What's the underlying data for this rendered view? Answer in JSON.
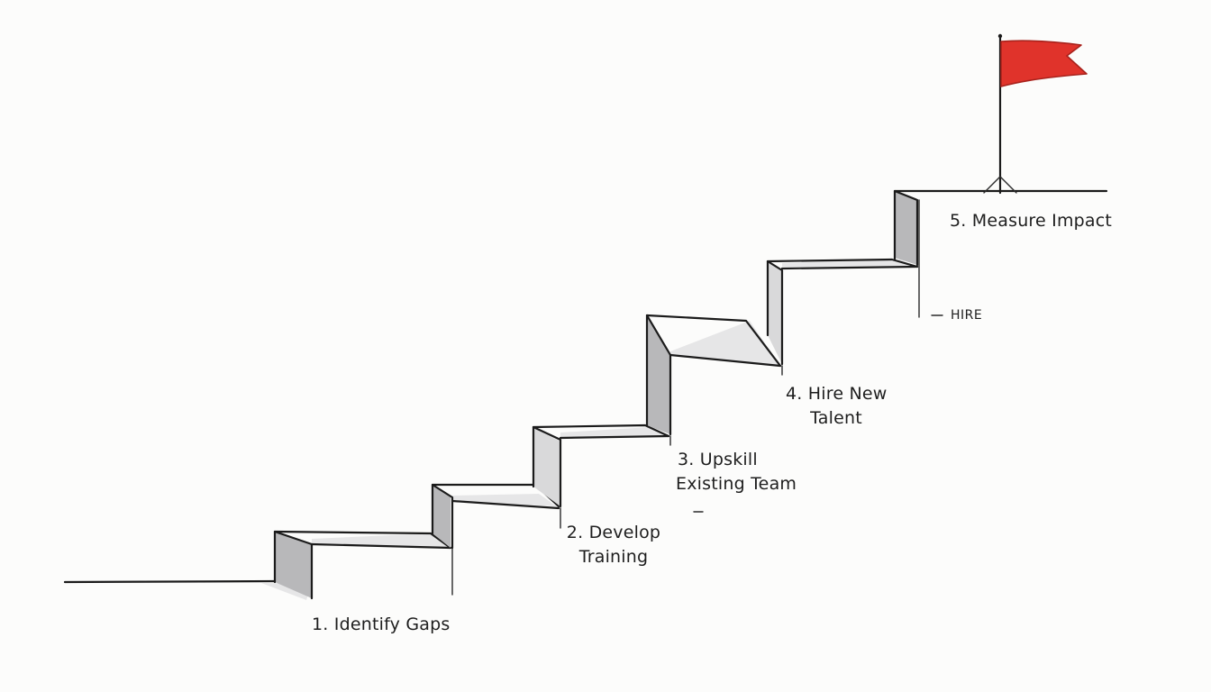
{
  "steps": [
    {
      "label_line1": "1. Identify Gaps",
      "label_line2": ""
    },
    {
      "label_line1": "2. Develop",
      "label_line2": "Training"
    },
    {
      "label_line1": "3. Upskill",
      "label_line2": "Existing Team"
    },
    {
      "label_line1": "4. Hire New",
      "label_line2": "Talent"
    },
    {
      "label_line1": "5. Measure Impact",
      "label_line2": ""
    }
  ],
  "side_note": "HIRE",
  "colors": {
    "ink": "#1b1b1b",
    "flag": "#e0332b",
    "riser_shade": "#c9c9cb"
  }
}
